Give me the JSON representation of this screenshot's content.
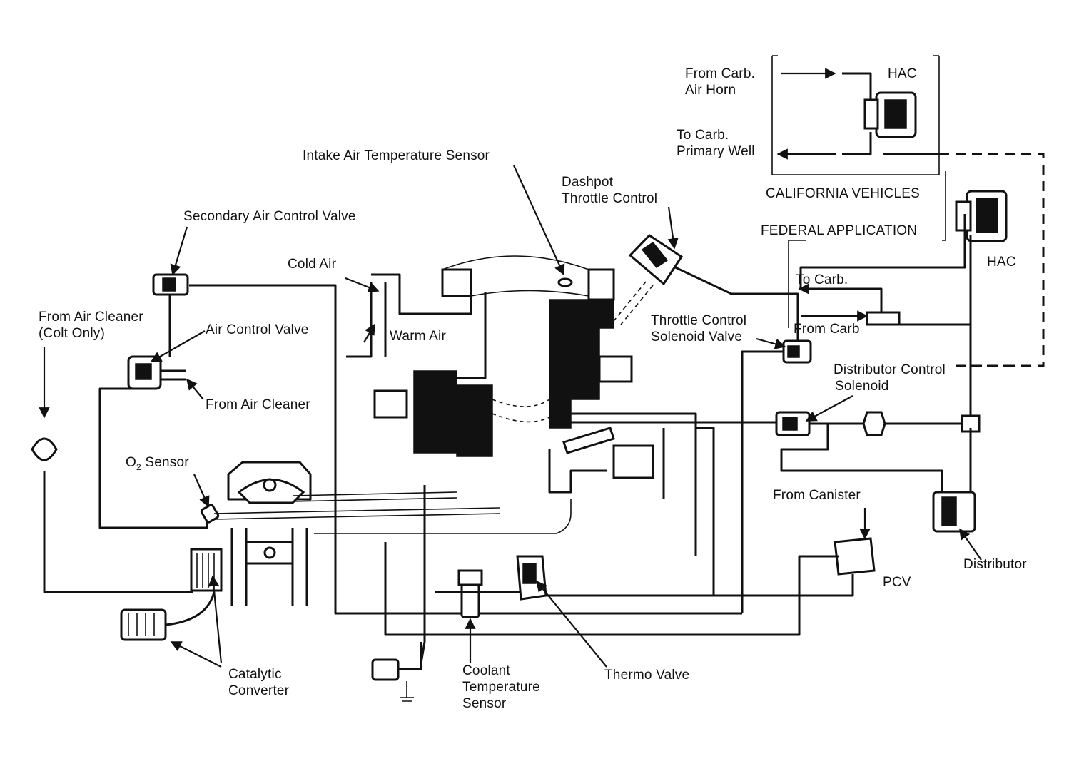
{
  "labels": {
    "from_carb_air_horn_1": "From Carb.",
    "from_carb_air_horn_2": "Air Horn",
    "hac_top": "HAC",
    "to_carb_primary_well_1": "To Carb.",
    "to_carb_primary_well_2": "Primary Well",
    "intake_air_temp_sensor": "Intake Air Temperature Sensor",
    "dashpot_1": "Dashpot",
    "dashpot_2": "Throttle Control",
    "california_vehicles": "CALIFORNIA VEHICLES",
    "federal_application": "FEDERAL APPLICATION",
    "hac_right": "HAC",
    "secondary_air_control_valve": "Secondary Air Control Valve",
    "cold_air": "Cold Air",
    "to_carb": "To Carb.",
    "from_carb": "From Carb",
    "throttle_control_solenoid_1": "Throttle Control",
    "throttle_control_solenoid_2": "Solenoid Valve",
    "from_air_cleaner_colt_1": "From Air Cleaner",
    "from_air_cleaner_colt_2": "(Colt Only)",
    "air_control_valve": "Air Control Valve",
    "warm_air": "Warm Air",
    "distributor_control_1": "Distributor Control",
    "distributor_control_2": "Solenoid",
    "from_air_cleaner": "From Air Cleaner",
    "o2_sensor_prefix": "O",
    "o2_sensor_sub": "2",
    "o2_sensor_suffix": " Sensor",
    "from_canister": "From Canister",
    "distributor": "Distributor",
    "pcv": "PCV",
    "catalytic_1": "Catalytic",
    "catalytic_2": "Converter",
    "coolant_1": "Coolant",
    "coolant_2": "Temperature",
    "coolant_3": "Sensor",
    "thermo_valve": "Thermo Valve"
  }
}
